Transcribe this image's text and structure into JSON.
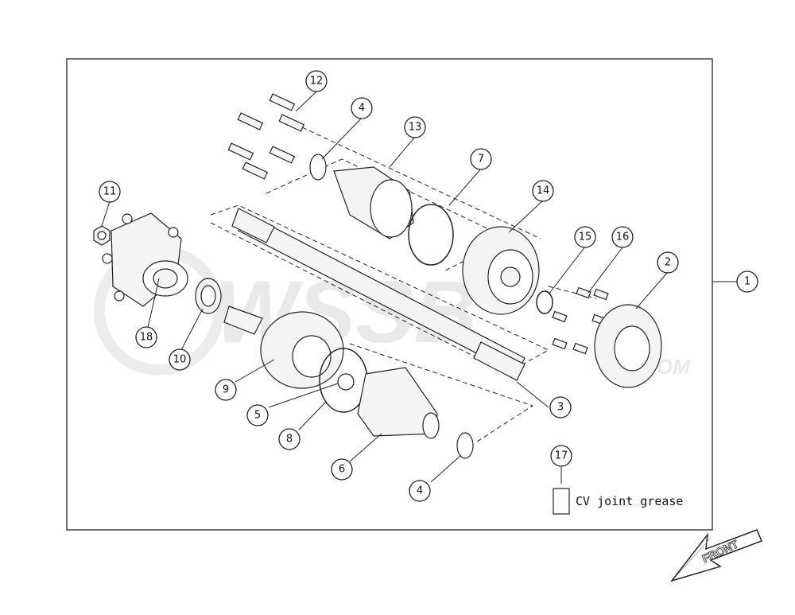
{
  "callouts": {
    "c1": "1",
    "c2": "2",
    "c3": "3",
    "c4a": "4",
    "c4b": "4",
    "c5": "5",
    "c6": "6",
    "c7": "7",
    "c8": "8",
    "c9": "9",
    "c10": "10",
    "c11": "11",
    "c12": "12",
    "c13": "13",
    "c14": "14",
    "c15": "15",
    "c16": "16",
    "c17": "17",
    "c18": "18"
  },
  "legend": {
    "grease_label": "CV joint grease"
  },
  "direction": {
    "label": "FRONT"
  },
  "watermark": {
    "text": "WSSB",
    "sub": ".COM"
  },
  "colors": {
    "line": "#222222",
    "fill": "#f4f4f4",
    "watermark": "#e9e9e9"
  }
}
